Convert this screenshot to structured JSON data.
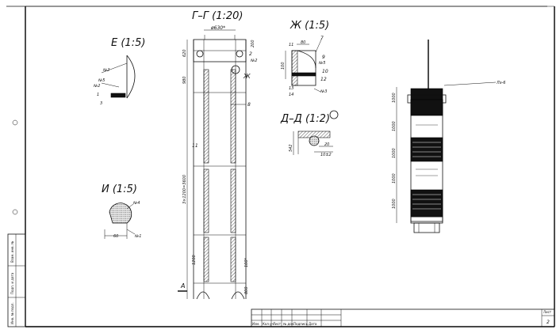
{
  "views": {
    "main_section": "Г–Г (1:20)",
    "detail_e": "Е (1:5)",
    "detail_zh": "Ж (1:5)",
    "section_dd": "Д–Д (1:2)",
    "detail_i": "И (1:5)"
  },
  "main_dims": {
    "diameter": "ø630*",
    "top_left": "620",
    "top_right": "200",
    "mid_left": "980",
    "span": "3×1200=3600",
    "lower_left": "1200",
    "bottom_right": "100*",
    "bottom_right2": "800"
  },
  "main_labels": {
    "pos_2": "2",
    "pos_3": "№2",
    "zh_marker": "Ж",
    "pos_8": "8",
    "pos_11": "11",
    "a_marker": "A"
  },
  "detail_e_labels": [
    "№2",
    "№5",
    "№2",
    "1",
    "3"
  ],
  "detail_zh_labels": {
    "dim_top": "80",
    "dim_left": "100",
    "p11": "11",
    "p7": "7",
    "p9": "9",
    "pN5": "№5",
    "p10": "10",
    "p12": "12",
    "p13": "13",
    "p14": "14",
    "pN3": "№3"
  },
  "section_dd_labels": {
    "dim_left": "542",
    "dim_r1": "20",
    "dim_r2": "10±2"
  },
  "detail_i_labels": {
    "dim_bottom": "60",
    "p1": "№4",
    "p2": "№1"
  },
  "elevation": {
    "leader": "Лз-6",
    "dims": [
      "1000",
      "1000",
      "1000",
      "1000",
      "1000"
    ]
  },
  "left_strip": [
    "Инв. № подл.",
    "Подп. и дата",
    "Взам. инв. №"
  ],
  "title_block": {
    "headers": [
      "Изм.",
      "Кол.уч",
      "Лист",
      "№ док.",
      "Подпись",
      "Дата"
    ],
    "sheet_label": "Лист",
    "sheet_number": "2"
  }
}
